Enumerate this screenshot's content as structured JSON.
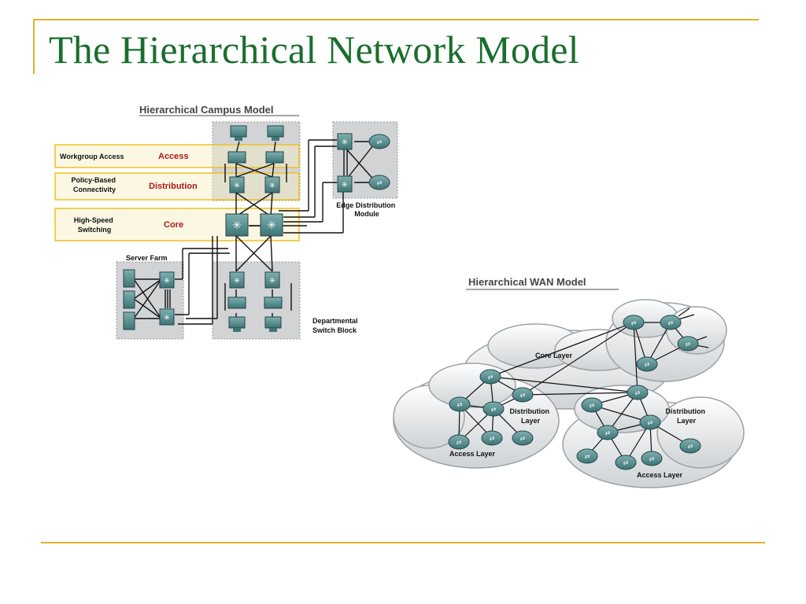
{
  "slide": {
    "title": "The Hierarchical Network Model"
  },
  "campus": {
    "title": "Hierarchical Campus Model",
    "rows": [
      {
        "role": "Workgroup Access",
        "layer": "Access"
      },
      {
        "role": "Policy-Based\nConnectivity",
        "layer": "Distribution"
      },
      {
        "role": "High-Speed\nSwitching",
        "layer": "Core"
      }
    ],
    "server_farm": "Server Farm",
    "edge_module": "Edge Distribution\nModule",
    "switch_block": "Departmental\nSwitch Block"
  },
  "wan": {
    "title": "Hierarchical WAN Model",
    "core_layer": "Core Layer",
    "distribution_left": "Distribution\nLayer",
    "distribution_right": "Distribution\nLayer",
    "access_left": "Access Layer",
    "access_right": "Access Layer"
  },
  "colors": {
    "title_green": "#1a6e2e",
    "rule_gold": "#e0b030",
    "layer_red": "#b01818",
    "device_teal": "#4f8b8c"
  }
}
